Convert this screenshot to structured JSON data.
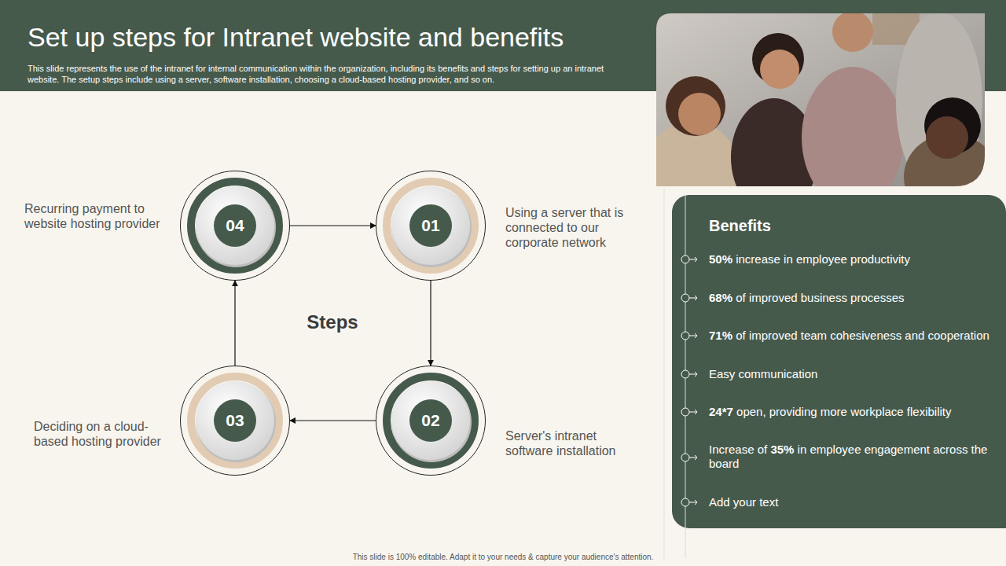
{
  "diagram": {
    "title": "Set up steps for Intranet website and benefits",
    "nodes": [
      {
        "text": [
          "01",
          "Using a server that is connected to our corporate network"
        ]
      },
      {
        "text": [
          "02",
          "Server's intranet software installation"
        ]
      },
      {
        "text": [
          "03",
          "Deciding on a cloud-based hosting provider"
        ]
      },
      {
        "text": [
          "04",
          "Recurring payment to website hosting provider"
        ]
      },
      {
        "text": [
          "Benefits",
          "50% increase in employee productivity",
          "68% of improved business processes",
          "71% of improved team cohesiveness and cooperation",
          "Easy communication",
          "24*7 open, providing more workplace flexibility",
          "Increase of 35% in employee engagement across the board",
          "Add your text"
        ]
      }
    ],
    "edges": [
      {
        "from": 0,
        "to": 1,
        "arrow": "to"
      },
      {
        "from": 1,
        "to": 2,
        "arrow": "to"
      },
      {
        "from": 2,
        "to": 3,
        "arrow": "to"
      },
      {
        "from": 3,
        "to": 0,
        "arrow": "to"
      }
    ],
    "labels": [
      "This slide represents the use of the intranet for internal communication within the organization, including its benefits and steps for setting up an intranet website. The setup steps include using a server, software installation, choosing a cloud-based hosting provider, and so on.",
      "Steps",
      "This slide is 100% editable. Adapt it to your needs & capture your audience's attention."
    ]
  }
}
